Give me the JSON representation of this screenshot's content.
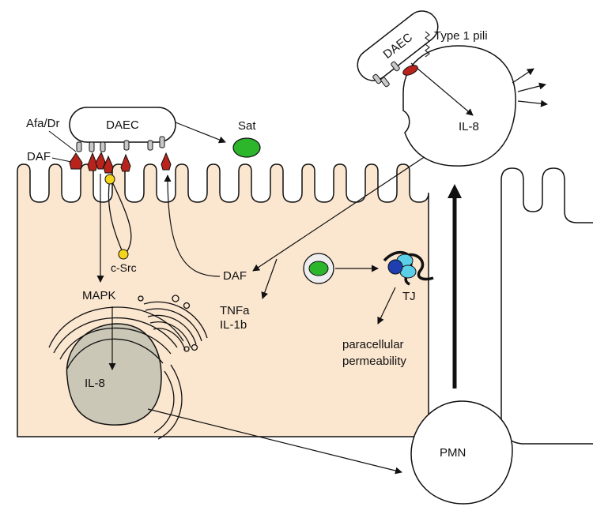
{
  "labels": {
    "daec_main": "DAEC",
    "daec_top": "DAEC",
    "type1_pili": "Type 1 pili",
    "afa_dr": "Afa/Dr",
    "daf_left": "DAF",
    "sat": "Sat",
    "csrc": "c-Src",
    "mapk": "MAPK",
    "il8_nucleus": "IL-8",
    "il8_cell": "IL-8",
    "daf_center": "DAF",
    "tnfa": "TNFa",
    "il1b": "IL-1b",
    "tj": "TJ",
    "paracellular": "paracellular",
    "permeability": "permeability",
    "pmn": "PMN"
  },
  "colors": {
    "cytoplasm": "#fbe6cf",
    "nucleus": "#cbc7b7",
    "receptor_red": "#b8231c",
    "sat_green": "#2db52c",
    "csrc_yellow": "#f5d51c",
    "tj_dark_blue": "#1f3fb0",
    "tj_cyan": "#5ccfe8",
    "outline": "#111111"
  }
}
